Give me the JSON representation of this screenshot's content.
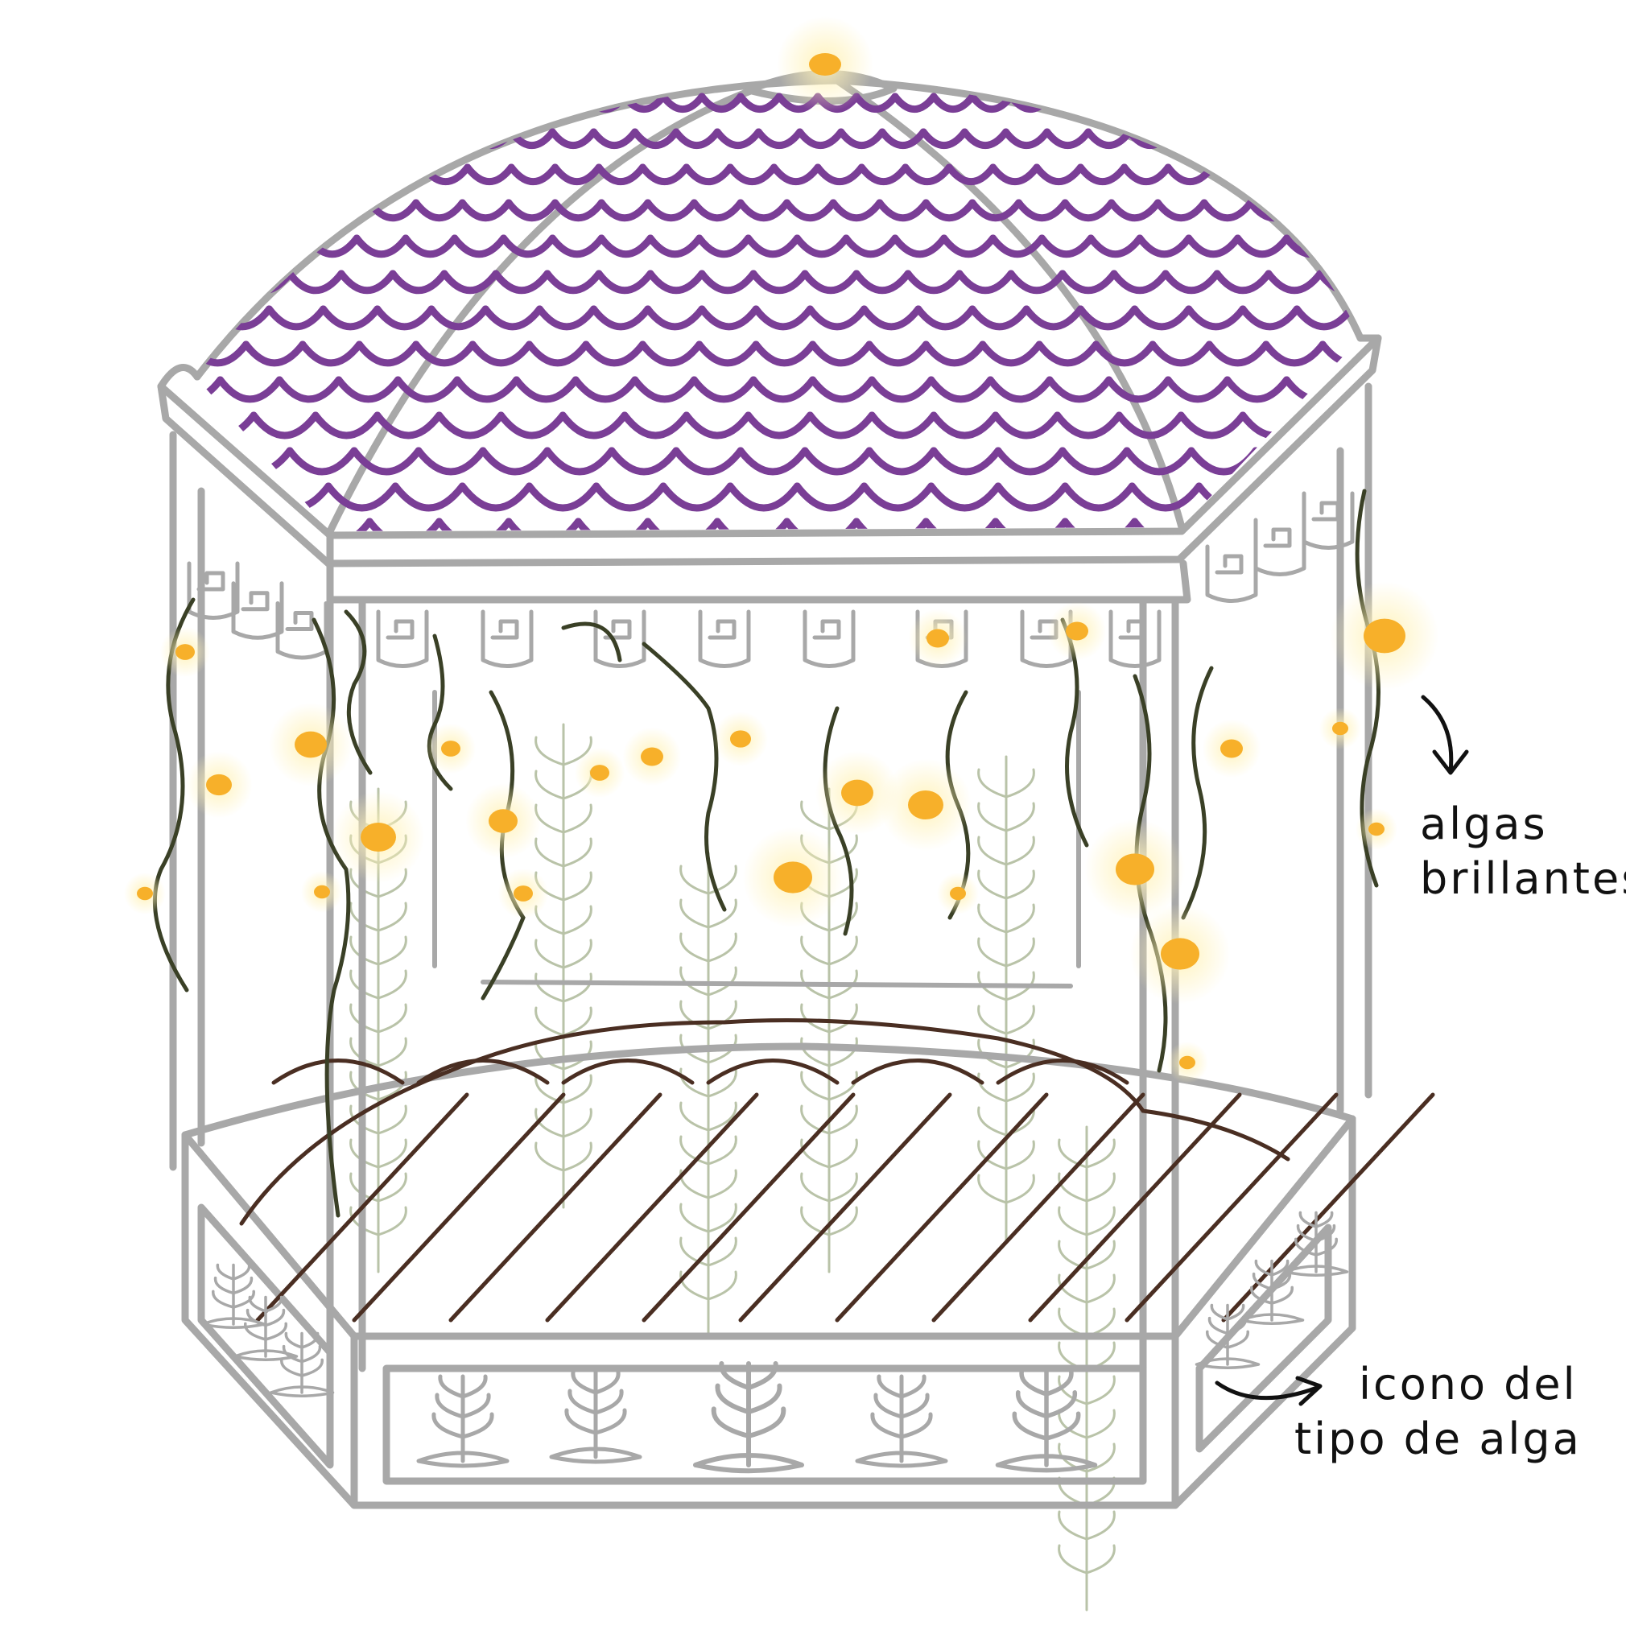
{
  "annotations": {
    "glowing_algae": {
      "line1": "algas",
      "line2": "brillantes"
    },
    "algae_type_icon": {
      "line1": "icono del",
      "line2": "tipo de alga"
    }
  },
  "colors": {
    "frame": "#a8a8a8",
    "roof_scales": "#7a3e96",
    "vines": "#3a4026",
    "glow_orbs": "#f7b02a",
    "glow_halo": "#fff2b8",
    "bed_lines": "#4a2e22",
    "ghost_plants": "#b9c3a8",
    "ink": "#111111"
  },
  "icons": [
    "glowing-algae-bulb",
    "fern-leaf-icon",
    "arrow-icon",
    "bed-canopy"
  ]
}
